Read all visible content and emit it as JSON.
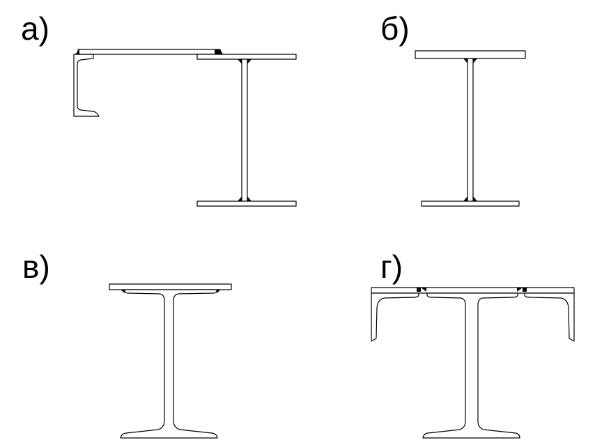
{
  "labels": {
    "a": "а)",
    "b": "б)",
    "c": "в)",
    "d": "г)"
  },
  "colors": {
    "stroke": "#000000",
    "background": "#ffffff"
  }
}
